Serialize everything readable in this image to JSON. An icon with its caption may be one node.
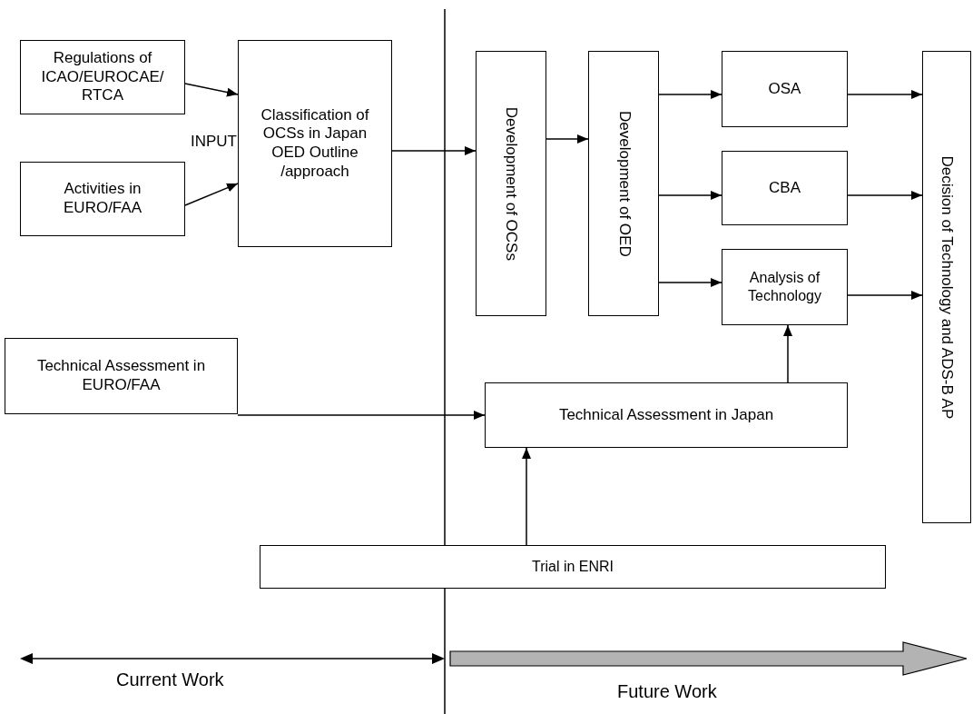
{
  "diagram": {
    "nodes": [
      {
        "text": [
          "Regulations of ICAO/EUROCAE/ RTCA"
        ]
      },
      {
        "text": [
          "Activities in EURO/FAA"
        ]
      },
      {
        "text": [
          "Classification of OCSs in Japan OED Outline /approach"
        ]
      },
      {
        "text": [
          "Development of OCSs"
        ]
      },
      {
        "text": [
          "Development of OED"
        ]
      },
      {
        "text": [
          "OSA"
        ]
      },
      {
        "text": [
          "CBA"
        ]
      },
      {
        "text": [
          "Analysis of Technology"
        ]
      },
      {
        "text": [
          "Decision of Technology and ADS-B AP"
        ]
      },
      {
        "text": [
          "Technical Assessment in EURO/FAA"
        ]
      },
      {
        "text": [
          "Technical Assessment in Japan"
        ]
      },
      {
        "text": [
          "Trial in ENRI"
        ]
      }
    ],
    "edges": [
      {
        "from": 0,
        "to": 2,
        "arrow": "to"
      },
      {
        "from": 1,
        "to": 2,
        "arrow": "to"
      },
      {
        "from": 2,
        "to": 3,
        "arrow": "to"
      },
      {
        "from": 3,
        "to": 4,
        "arrow": "to"
      },
      {
        "from": 4,
        "to": 5,
        "arrow": "to"
      },
      {
        "from": 4,
        "to": 6,
        "arrow": "to"
      },
      {
        "from": 4,
        "to": 7,
        "arrow": "to"
      },
      {
        "from": 5,
        "to": 8,
        "arrow": "to"
      },
      {
        "from": 6,
        "to": 8,
        "arrow": "to"
      },
      {
        "from": 7,
        "to": 8,
        "arrow": "to"
      },
      {
        "from": 9,
        "to": 10,
        "arrow": "to"
      },
      {
        "from": 10,
        "to": 7,
        "arrow": "to"
      },
      {
        "from": 11,
        "to": 10,
        "arrow": "to"
      }
    ],
    "labels": [
      "INPUT",
      "Current Work",
      "Future Work"
    ]
  }
}
